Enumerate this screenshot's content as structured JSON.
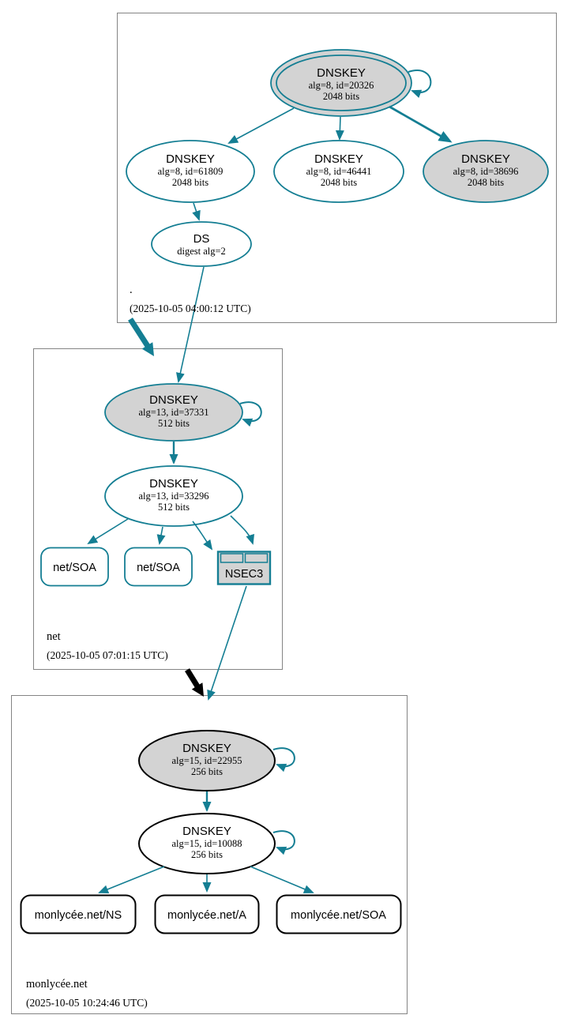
{
  "colors": {
    "secure_edge": "#147e93",
    "insecure_edge": "#000000",
    "key_fill": "#d3d3d3",
    "zone_box_border": "#848484"
  },
  "root": {
    "zone_label": ".",
    "timestamp": "(2025-10-05 04:00:12 UTC)",
    "ksk": {
      "title": "DNSKEY",
      "alg": "alg=8, id=20326",
      "bits": "2048 bits"
    },
    "zsk_left": {
      "title": "DNSKEY",
      "alg": "alg=8, id=61809",
      "bits": "2048 bits"
    },
    "zsk_mid": {
      "title": "DNSKEY",
      "alg": "alg=8, id=46441",
      "bits": "2048 bits"
    },
    "zsk_right": {
      "title": "DNSKEY",
      "alg": "alg=8, id=38696",
      "bits": "2048 bits"
    },
    "ds": {
      "title": "DS",
      "detail": "digest alg=2"
    }
  },
  "net": {
    "zone_label": "net",
    "timestamp": "(2025-10-05 07:01:15 UTC)",
    "ksk": {
      "title": "DNSKEY",
      "alg": "alg=13, id=37331",
      "bits": "512 bits"
    },
    "zsk": {
      "title": "DNSKEY",
      "alg": "alg=13, id=33296",
      "bits": "512 bits"
    },
    "soa_left": {
      "label": "net/SOA"
    },
    "soa_right": {
      "label": "net/SOA"
    },
    "nsec3": {
      "label": "NSEC3"
    }
  },
  "monlycee": {
    "zone_label": "monlycée.net",
    "timestamp": "(2025-10-05 10:24:46 UTC)",
    "ksk": {
      "title": "DNSKEY",
      "alg": "alg=15, id=22955",
      "bits": "256 bits"
    },
    "zsk": {
      "title": "DNSKEY",
      "alg": "alg=15, id=10088",
      "bits": "256 bits"
    },
    "ns": {
      "label": "monlycée.net/NS"
    },
    "a": {
      "label": "monlycée.net/A"
    },
    "soa": {
      "label": "monlycée.net/SOA"
    }
  }
}
